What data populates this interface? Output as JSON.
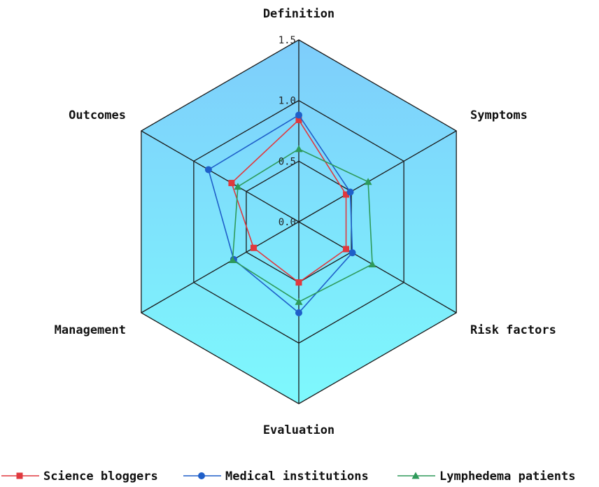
{
  "chart_data": {
    "type": "radar",
    "axes": [
      "Definition",
      "Symptoms",
      "Risk factors",
      "Evaluation",
      "Management",
      "Outcomes"
    ],
    "rlim": [
      0.0,
      1.5
    ],
    "ticks": [
      {
        "value": 0.0,
        "label": "0.0"
      },
      {
        "value": 0.5,
        "label": "0.5"
      },
      {
        "value": 1.0,
        "label": "1.0"
      },
      {
        "value": 1.5,
        "label": "1.5"
      }
    ],
    "series": [
      {
        "name": "Science bloggers",
        "color": "#e0393e",
        "marker": "square",
        "values": [
          0.84,
          0.45,
          0.45,
          0.5,
          0.43,
          0.64
        ]
      },
      {
        "name": "Medical institutions",
        "color": "#1f5fc9",
        "marker": "circle",
        "values": [
          0.88,
          0.49,
          0.51,
          0.75,
          0.62,
          0.86
        ]
      },
      {
        "name": "Lymphedema patients",
        "color": "#2e9a5a",
        "marker": "triangle",
        "values": [
          0.6,
          0.66,
          0.7,
          0.66,
          0.63,
          0.58
        ]
      }
    ],
    "legend_position": "bottom",
    "gradient": {
      "top": "#7ecdfb",
      "bottom": "#7ef9fd"
    },
    "grid_color": "#1a1a1a"
  }
}
